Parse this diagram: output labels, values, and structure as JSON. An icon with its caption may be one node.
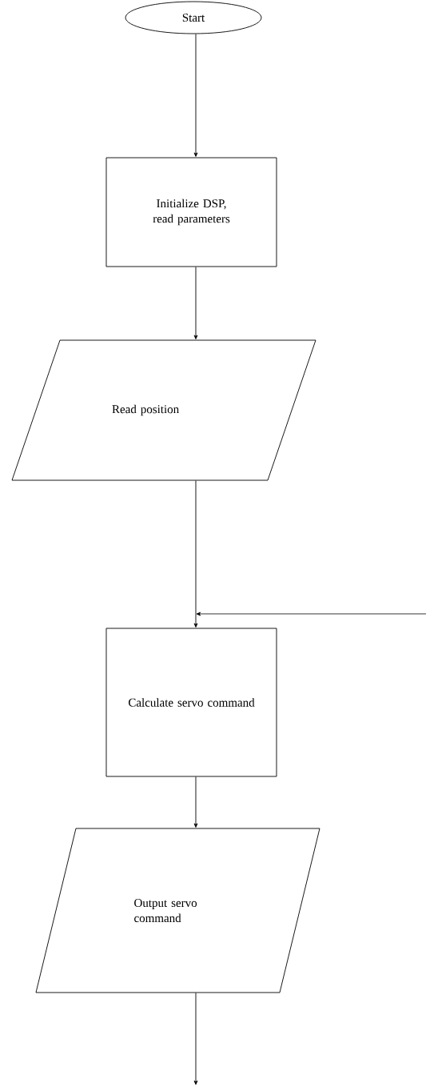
{
  "diagram": {
    "nodes": [
      {
        "text": [
          "Start"
        ]
      },
      {
        "text": [
          "Initialize DSP, read parameters"
        ]
      },
      {
        "text": [
          "Read position"
        ]
      },
      {
        "text": [
          "Calculate servo command"
        ]
      },
      {
        "text": [
          "Output servo command"
        ]
      }
    ],
    "edges": [
      {
        "from": 0,
        "to": 1,
        "arrow": "to"
      },
      {
        "from": 1,
        "to": 2,
        "arrow": "to"
      },
      {
        "from": 2,
        "to": 3,
        "arrow": "to"
      },
      {
        "from": null,
        "to": 3,
        "arrow": "to"
      },
      {
        "from": 3,
        "to": 4,
        "arrow": "to"
      },
      {
        "from": 4,
        "to": null,
        "arrow": "to"
      }
    ]
  }
}
